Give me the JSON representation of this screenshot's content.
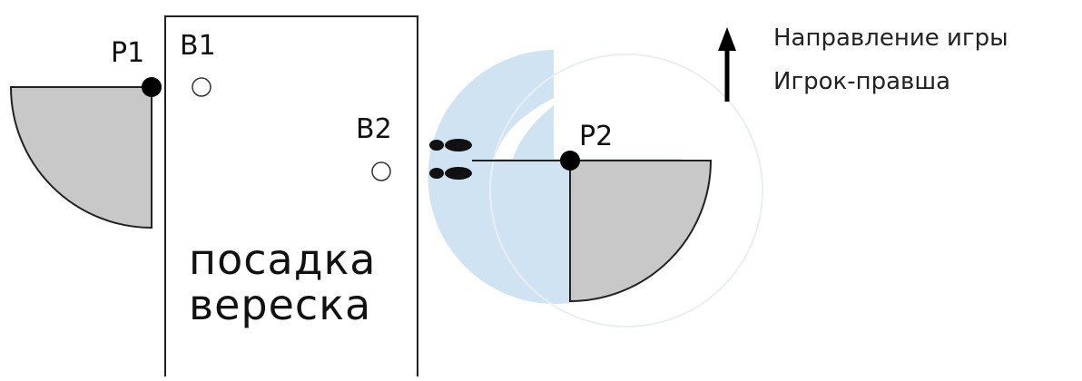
{
  "labels": {
    "p1": "P1",
    "p2": "P2",
    "b1": "B1",
    "b2": "B2"
  },
  "area": {
    "line1": "посадка",
    "line2": "вереска"
  },
  "legend": {
    "direction": "Направление игры",
    "player": "Игрок-правша"
  },
  "colors": {
    "sector_fill": "#c8c8c8",
    "outline": "#222222",
    "player_dot": "#000000",
    "watermark": "#cfe3f2"
  }
}
